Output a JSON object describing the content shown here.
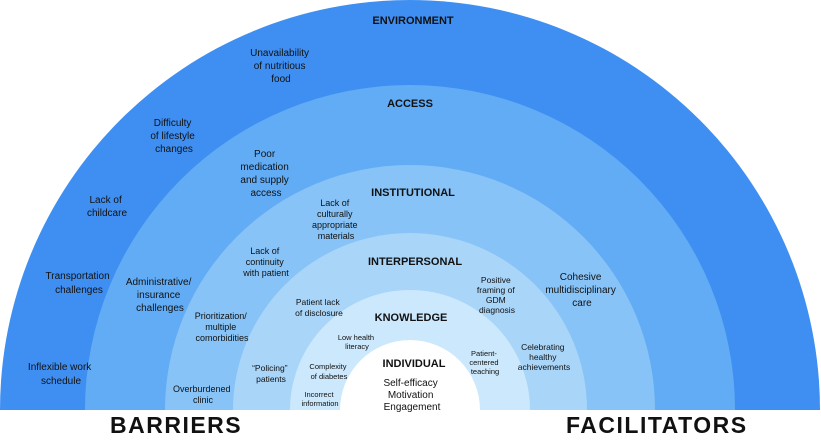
{
  "labels": {
    "barriers": "BARRIERS",
    "facilitators": "FACILITATORS"
  },
  "colors": {
    "environment": "#3f8ff2",
    "access": "#61acf5",
    "institutional": "#87c3f7",
    "interpersonal": "#a9d5f9",
    "knowledge": "#cce8fc",
    "individual": "#ffffff"
  },
  "levels": {
    "environment": {
      "title": "ENVIRONMENT",
      "barriers": [
        {
          "lines": [
            "Unavailability",
            "of nutritious",
            "food"
          ]
        },
        {
          "lines": [
            "Difficulty",
            "of lifestyle",
            "changes"
          ]
        },
        {
          "lines": [
            "Lack of",
            "childcare"
          ]
        },
        {
          "lines": [
            "Transportation",
            "challenges"
          ]
        },
        {
          "lines": [
            "Inflexible work",
            "schedule"
          ]
        }
      ],
      "facilitators": []
    },
    "access": {
      "title": "ACCESS",
      "barriers": [
        {
          "lines": [
            "Poor",
            "medication",
            "and supply",
            "access"
          ]
        },
        {
          "lines": [
            "Administrative/",
            "insurance",
            "challenges"
          ]
        }
      ],
      "facilitators": [
        {
          "lines": [
            "Cohesive",
            "multidisciplinary",
            "care"
          ]
        }
      ]
    },
    "institutional": {
      "title": "INSTITUTIONAL",
      "barriers": [
        {
          "lines": [
            "Lack of",
            "culturally",
            "appropriate",
            "materials"
          ]
        },
        {
          "lines": [
            "Lack of",
            "continuity",
            "with patient"
          ]
        },
        {
          "lines": [
            "Prioritization/",
            "multiple",
            "comorbidities"
          ]
        },
        {
          "lines": [
            "Overburdened",
            "clinic"
          ]
        }
      ],
      "facilitators": [
        {
          "lines": [
            "Celebrating",
            "healthy",
            "achievements"
          ]
        }
      ]
    },
    "interpersonal": {
      "title": "INTERPERSONAL",
      "barriers": [
        {
          "lines": [
            "Patient lack",
            "of disclosure"
          ]
        },
        {
          "lines": [
            "“Policing”",
            "patients"
          ]
        }
      ],
      "facilitators": [
        {
          "lines": [
            "Positive",
            "framing of",
            "GDM",
            "diagnosis"
          ]
        },
        {
          "lines": [
            "Patient-",
            "centered",
            "teaching"
          ]
        }
      ]
    },
    "knowledge": {
      "title": "KNOWLEDGE",
      "barriers": [
        {
          "lines": [
            "Low health",
            "literacy"
          ]
        },
        {
          "lines": [
            "Complexity",
            "of diabetes"
          ]
        },
        {
          "lines": [
            "Incorrect",
            "information"
          ]
        }
      ],
      "facilitators": []
    },
    "individual": {
      "title": "INDIVIDUAL",
      "items": [
        "Self-efficacy",
        "Motivation",
        "Engagement"
      ]
    }
  }
}
